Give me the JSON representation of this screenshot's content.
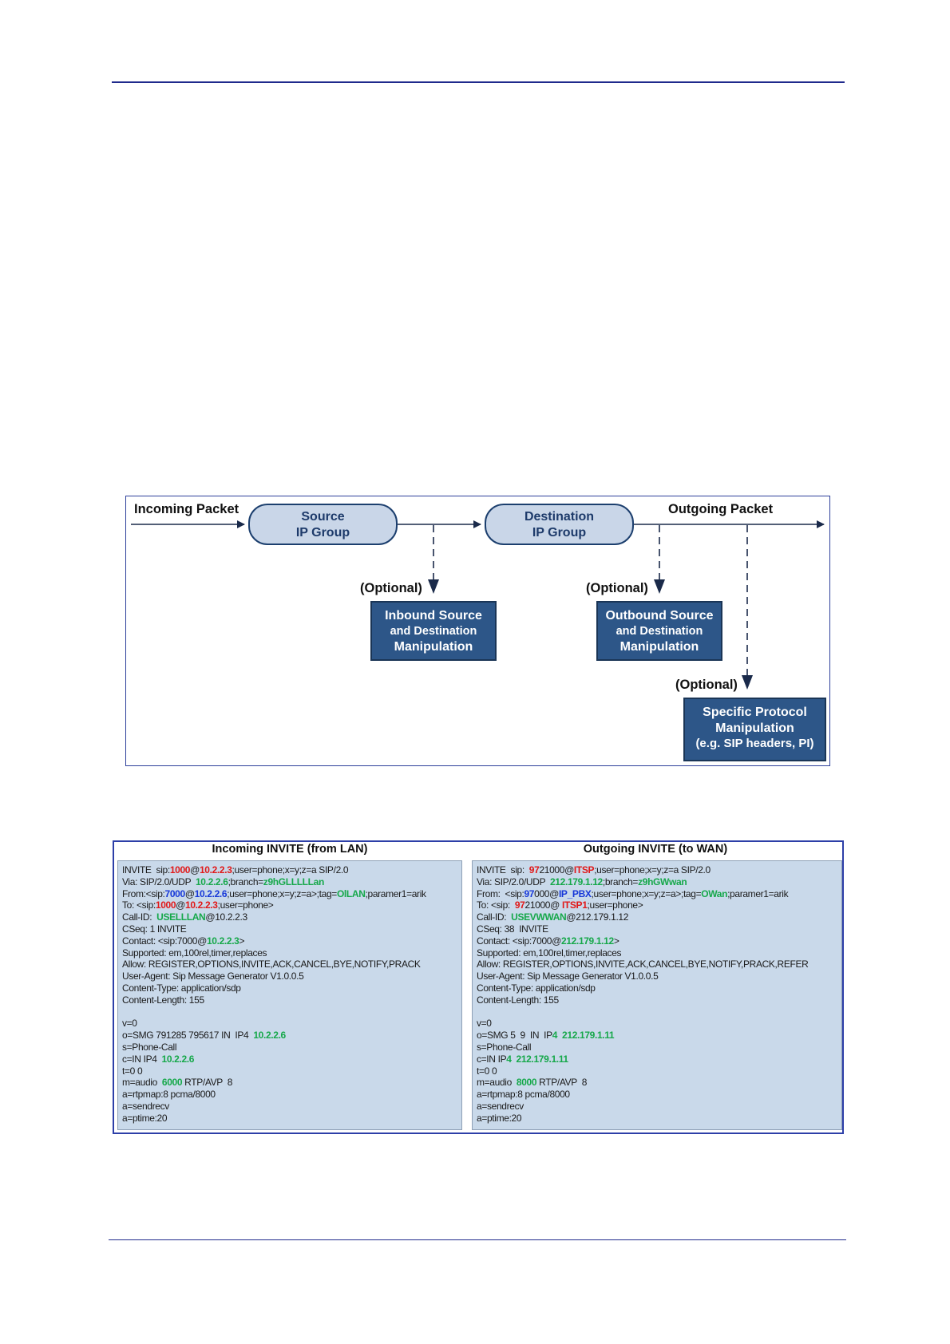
{
  "flow": {
    "incoming_label": "Incoming Packet",
    "outgoing_label": "Outgoing Packet",
    "source_group": [
      "Source",
      "IP Group"
    ],
    "destination_group": [
      "Destination",
      "IP Group"
    ],
    "optional_1": "(Optional)",
    "optional_2": "(Optional)",
    "optional_3": "(Optional)",
    "inbound_box": [
      "Inbound Source",
      "and Destination",
      "Manipulation"
    ],
    "outbound_box": [
      "Outbound Source",
      "and Destination",
      "Manipulation"
    ],
    "protocol_box": [
      "Specific Protocol",
      "Manipulation",
      "(e.g. SIP headers, PI)"
    ]
  },
  "sip": {
    "incoming_title": "Incoming INVITE (from LAN)",
    "outgoing_title": "Outgoing INVITE (to WAN)",
    "incoming_lines": [
      [
        [
          "INVITE  sip:",
          ""
        ],
        [
          "1000",
          "r"
        ],
        [
          "@",
          ""
        ],
        [
          "10.2.2.3",
          "r"
        ],
        [
          ";user=phone;x=y;z=a SIP/2.0",
          ""
        ]
      ],
      [
        [
          "Via: SIP/2.0/UDP  ",
          ""
        ],
        [
          "10.2.2.6",
          "g"
        ],
        [
          ";branch=",
          ""
        ],
        [
          "z9hGLLLLLan",
          "g"
        ]
      ],
      [
        [
          "From:<sip:",
          ""
        ],
        [
          "7000",
          "b"
        ],
        [
          "@",
          ""
        ],
        [
          "10.2.2.6",
          "b"
        ],
        [
          ";user=phone;x=y;z=a>;tag=",
          ""
        ],
        [
          "OlLAN",
          "g"
        ],
        [
          ";paramer1=arik",
          ""
        ]
      ],
      [
        [
          "To: <sip:",
          ""
        ],
        [
          "1000",
          "r"
        ],
        [
          "@",
          ""
        ],
        [
          "10.2.2.3",
          "r"
        ],
        [
          ";user=phone>",
          ""
        ]
      ],
      [
        [
          "Call-ID:  ",
          ""
        ],
        [
          "USELLLAN",
          "g"
        ],
        [
          "@10.2.2.3",
          ""
        ]
      ],
      [
        [
          "CSeq: 1 INVITE",
          ""
        ]
      ],
      [
        [
          "Contact: <sip:7000@",
          ""
        ],
        [
          "10.2.2.3",
          "g"
        ],
        [
          ">",
          ""
        ]
      ],
      [
        [
          "Supported: em,100rel,timer,replaces",
          ""
        ]
      ],
      [
        [
          "Allow: REGISTER,OPTIONS,INVITE,ACK,CANCEL,BYE,NOTIFY,PRACK",
          ""
        ]
      ],
      [
        [
          "User-Agent: Sip Message Generator V1.0.0.5",
          ""
        ]
      ],
      [
        [
          "Content-Type: application/sdp",
          ""
        ]
      ],
      [
        [
          "Content-Length: 155",
          ""
        ]
      ],
      [
        [
          "",
          ""
        ]
      ],
      [
        [
          "v=0",
          ""
        ]
      ],
      [
        [
          "o=SMG 791285 795617 IN  IP4  ",
          ""
        ],
        [
          "10.2.2.6",
          "g"
        ]
      ],
      [
        [
          "s=Phone-Call",
          ""
        ]
      ],
      [
        [
          "c=IN IP4  ",
          ""
        ],
        [
          "10.2.2.6",
          "g"
        ]
      ],
      [
        [
          "t=0 0",
          ""
        ]
      ],
      [
        [
          "m=audio  ",
          ""
        ],
        [
          "6000",
          "g"
        ],
        [
          " RTP/AVP  8",
          ""
        ]
      ],
      [
        [
          "a=rtpmap:8 pcma/8000",
          ""
        ]
      ],
      [
        [
          "a=sendrecv",
          ""
        ]
      ],
      [
        [
          "a=ptime:20",
          ""
        ]
      ]
    ],
    "outgoing_lines": [
      [
        [
          "INVITE  sip:  ",
          ""
        ],
        [
          "97",
          "r"
        ],
        [
          "21000@",
          ""
        ],
        [
          "ITSP",
          "r"
        ],
        [
          ";user=phone;x=y;z=a SIP/2.0",
          ""
        ]
      ],
      [
        [
          "Via: SIP/2.0/UDP  ",
          ""
        ],
        [
          "212.179.1.12",
          "g"
        ],
        [
          ";branch=",
          ""
        ],
        [
          "z9hGWwan",
          "g"
        ]
      ],
      [
        [
          "From:  <sip:",
          ""
        ],
        [
          "97",
          "b"
        ],
        [
          "000@",
          ""
        ],
        [
          "IP_PBX",
          "b"
        ],
        [
          ";user=phone;x=y;z=a>;tag=",
          ""
        ],
        [
          "OWan",
          "g"
        ],
        [
          ";paramer1=arik",
          ""
        ]
      ],
      [
        [
          "To: <sip:  ",
          ""
        ],
        [
          "97",
          "r"
        ],
        [
          "21000@ ",
          ""
        ],
        [
          "ITSP1",
          "r"
        ],
        [
          ";user=phone>",
          ""
        ]
      ],
      [
        [
          "Call-ID:  ",
          ""
        ],
        [
          "USEVWWAN",
          "g"
        ],
        [
          "@212.179.1.12",
          ""
        ]
      ],
      [
        [
          "CSeq: 38  INVITE",
          ""
        ]
      ],
      [
        [
          "Contact: <sip:7000@",
          ""
        ],
        [
          "212.179.1.12",
          "g"
        ],
        [
          ">",
          ""
        ]
      ],
      [
        [
          "Supported: em,100rel,timer,replaces",
          ""
        ]
      ],
      [
        [
          "Allow: REGISTER,OPTIONS,INVITE,ACK,CANCEL,BYE,NOTIFY,PRACK,REFER",
          ""
        ]
      ],
      [
        [
          "User-Agent: Sip Message Generator V1.0.0.5",
          ""
        ]
      ],
      [
        [
          "Content-Type: application/sdp",
          ""
        ]
      ],
      [
        [
          "Content-Length: 155",
          ""
        ]
      ],
      [
        [
          "",
          ""
        ]
      ],
      [
        [
          "v=0",
          ""
        ]
      ],
      [
        [
          "o=SMG 5  9  IN  IP",
          ""
        ],
        [
          "4",
          "g"
        ],
        [
          "  212.179.1.11",
          "g"
        ]
      ],
      [
        [
          "s=Phone-Call",
          ""
        ]
      ],
      [
        [
          "c=IN IP",
          ""
        ],
        [
          "4",
          "g"
        ],
        [
          "  212.179.1.11",
          "g"
        ]
      ],
      [
        [
          "t=0 0",
          ""
        ]
      ],
      [
        [
          "m=audio  ",
          ""
        ],
        [
          "8000",
          "g"
        ],
        [
          " RTP/AVP  8",
          ""
        ]
      ],
      [
        [
          "a=rtpmap:8 pcma/8000",
          ""
        ]
      ],
      [
        [
          "a=sendrecv",
          ""
        ]
      ],
      [
        [
          "a=ptime:20",
          ""
        ]
      ]
    ]
  }
}
